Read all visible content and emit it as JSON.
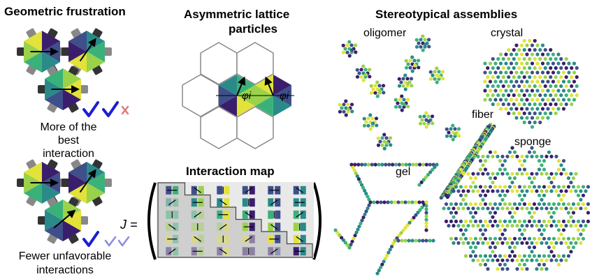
{
  "panel_left": {
    "heading": "Geometric frustration",
    "caption_top_line1": "More of the",
    "caption_top_line2": "best",
    "caption_top_line3": "interaction",
    "caption_bottom_line1": "Fewer unfavorable",
    "caption_bottom_line2": "interactions"
  },
  "panel_middle": {
    "heading_line1": "Asymmetric lattice",
    "heading_line2": "particles",
    "angle_symbol": "φi",
    "map_heading": "Interaction map",
    "matrix_symbol": "J ="
  },
  "panel_right": {
    "heading": "Stereotypical assemblies",
    "label_oligomer": "oligomer",
    "label_crystal": "crystal",
    "label_fiber": "fiber",
    "label_gel": "gel",
    "label_sponge": "sponge"
  },
  "colors": {
    "viridis": [
      "#3b1e6b",
      "#3e4f8a",
      "#2a8a8a",
      "#3bb17a",
      "#9ad24a",
      "#e2e23a"
    ],
    "check_strong": "#1c1cd6",
    "check_weak": "#8a8ae6",
    "cross": "#e07a7a",
    "grey_part": "#777777",
    "matrix_cell": "#d9d9d9"
  }
}
